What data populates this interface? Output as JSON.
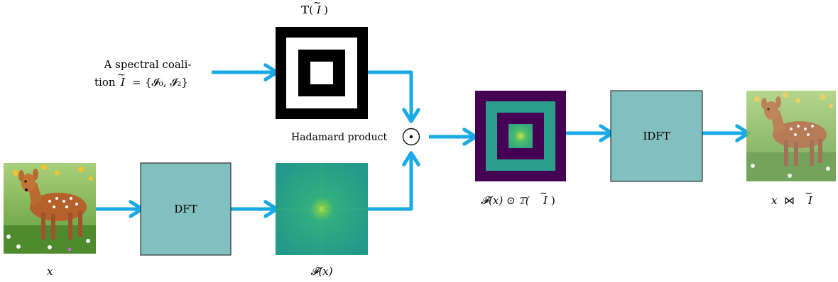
{
  "colors": {
    "arrow": "#19A9E6",
    "process_box": "#82BFBF",
    "mask_black": "#000000",
    "mask_white": "#FFFFFF",
    "masked_outer": "#440154",
    "masked_band": "#2A9E8A",
    "spectrum": "#2AA08B",
    "spectrum_center": "#D8E83A"
  },
  "icons": {
    "input_image": "deer-photo-icon",
    "output_image": "deer-photo-filtered-icon",
    "operator": "hadamard-circle-dot-icon"
  },
  "coalition_text": {
    "line1": "A spectral coali-",
    "line2_prefix": "tion",
    "line2_symbol": "I",
    "line2_equals": "=",
    "line2_set": "{𝓘₀, 𝓘₂}"
  },
  "labels": {
    "mask_title_prefix": "𝕋(",
    "mask_title_symbol": "I",
    "mask_title_suffix": ")",
    "hadamard": "Hadamard product",
    "dft": "DFT",
    "idft": "IDFT",
    "input_x": "x",
    "spectrum": "𝓕(x)",
    "masked_prefix": "𝓕(x) ⊙ 𝕋(",
    "masked_symbol": "I",
    "masked_suffix": ")",
    "output_prefix": "x",
    "output_op": "⋈",
    "output_symbol": "I"
  }
}
